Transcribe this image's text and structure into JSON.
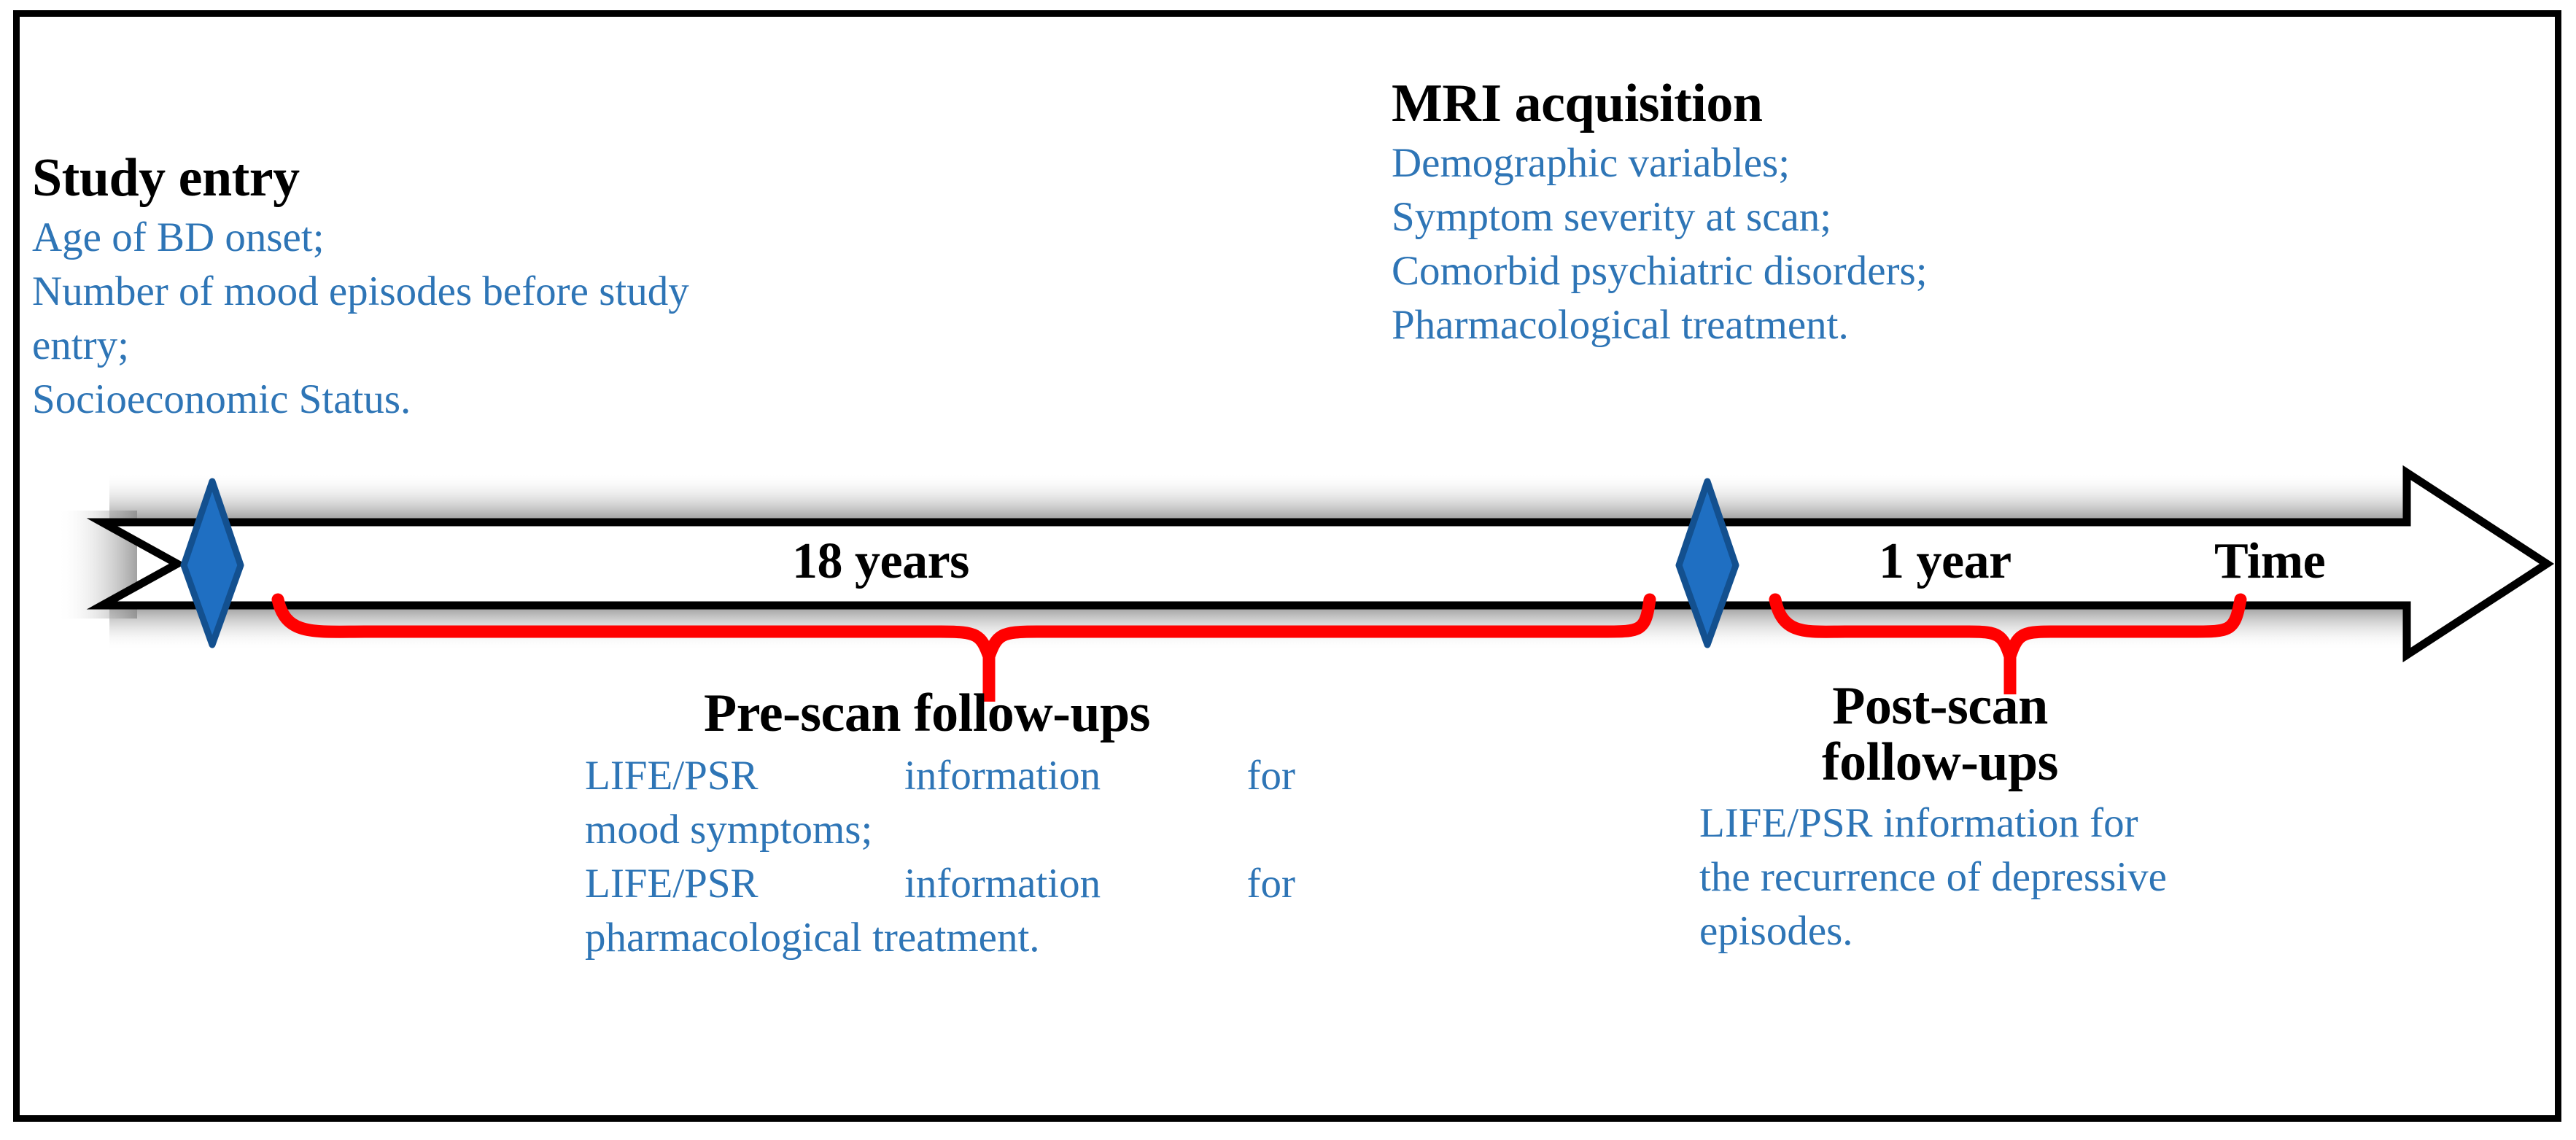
{
  "figure": {
    "type": "study-timeline",
    "border_color": "#000000",
    "accent_blue": "#2E75B6",
    "marker_blue": "#1F6FC2",
    "marker_blue_outline": "#13508F",
    "brace_red": "#FF0000",
    "heading_color": "#000000",
    "background": "#FFFFFF"
  },
  "events": {
    "study_entry": {
      "heading": "Study entry",
      "details": [
        "Age of BD onset;",
        "Number of mood episodes before study",
        "entry;",
        "Socioeconomic Status."
      ]
    },
    "mri_acquisition": {
      "heading": "MRI acquisition",
      "details": [
        "Demographic variables;",
        "Symptom severity at scan;",
        "Comorbid psychiatric disorders;",
        "Pharmacological treatment."
      ]
    }
  },
  "intervals": {
    "pre_scan": {
      "duration_label": "18 years",
      "heading": "Pre-scan follow-ups",
      "details": [
        "LIFE/PSR information for",
        "mood symptoms;",
        "LIFE/PSR information for",
        "pharmacological treatment."
      ]
    },
    "post_scan": {
      "duration_label": "1 year",
      "heading_line1": "Post-scan",
      "heading_line2": "follow-ups",
      "details": [
        "LIFE/PSR information for",
        "the recurrence of depressive",
        "episodes."
      ]
    }
  },
  "axis": {
    "label": "Time",
    "direction": "left-to-right",
    "markers": [
      {
        "name": "study-entry-marker",
        "shape": "diamond",
        "color": "#1F6FC2"
      },
      {
        "name": "mri-acquisition-marker",
        "shape": "diamond",
        "color": "#1F6FC2"
      }
    ]
  }
}
